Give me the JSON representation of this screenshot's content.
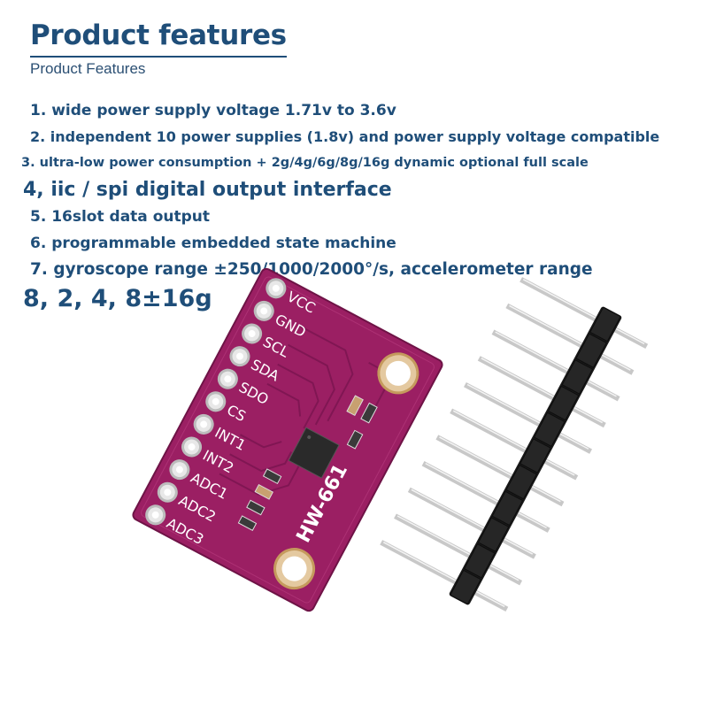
{
  "heading": {
    "title": "Product features",
    "subtitle": "Product Features"
  },
  "features": [
    "1. wide power supply voltage 1.71v to 3.6v",
    "2. independent 10 power supplies (1.8v) and power supply voltage compatible",
    "3. ultra-low power consumption + 2g/4g/6g/8g/16g dynamic optional full scale",
    "4, iic / spi digital output interface",
    "5. 16slot data output",
    "6. programmable embedded state machine",
    "7. gyroscope range ±250/1000/2000°/s, accelerometer range",
    "8, 2, 4, 8±16g"
  ],
  "board": {
    "pins": [
      "VCC",
      "GND",
      "SCL",
      "SDA",
      "SDO",
      "CS",
      "INT1",
      "INT2",
      "ADC1",
      "ADC2",
      "ADC3"
    ],
    "model": "HW-661",
    "pcb_color": "#9b1f63",
    "header_color": "#1a1a1a",
    "pin_color": "#c8c8c8"
  }
}
